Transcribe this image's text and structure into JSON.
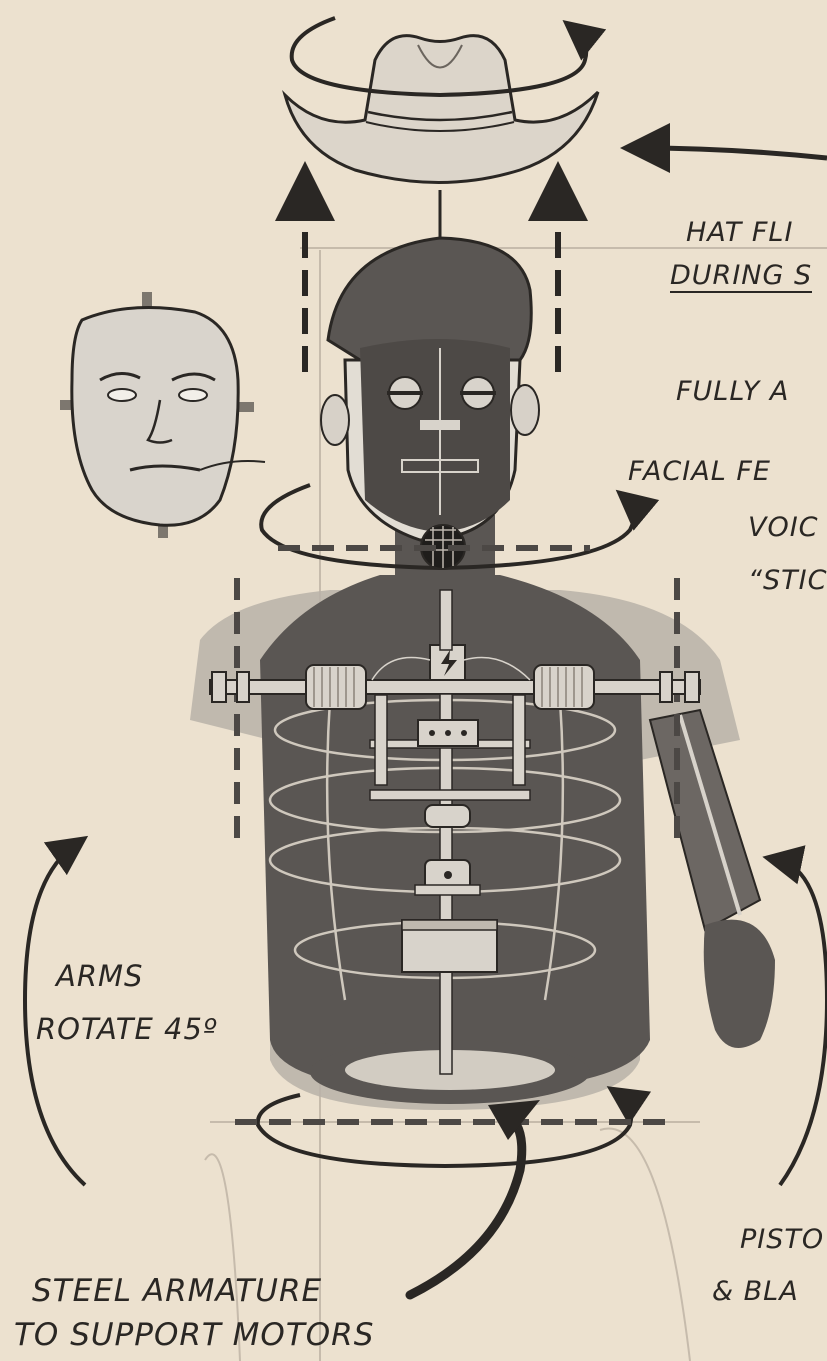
{
  "colors": {
    "paper": "#ece1cf",
    "ink": "#2a2724",
    "body_dark": "#5a5653",
    "body_light": "#b9b2a8",
    "metal": "#d8d3cb"
  },
  "labels": {
    "hat_line1": "HAT FLI",
    "hat_line2": "DURING S",
    "facial_line1": "FULLY A",
    "facial_line2": "FACIAL FE",
    "voice_line1": "VOIC",
    "voice_line2": "“STIC",
    "arms_line1": "ARMS",
    "arms_line2": "ROTATE 45º",
    "piston_line1": "PISTO",
    "piston_line2": "& BLA",
    "steel_line1": "STEEL ARMATURE",
    "steel_line2": "TO SUPPORT MOTORS"
  },
  "icons": {
    "hat": "cowboy-hat",
    "mask": "face-mask",
    "head": "animatronic-head",
    "microphone": "microphone",
    "battery": "battery",
    "power": "lightning-bolt",
    "motor": "coil-motor"
  }
}
